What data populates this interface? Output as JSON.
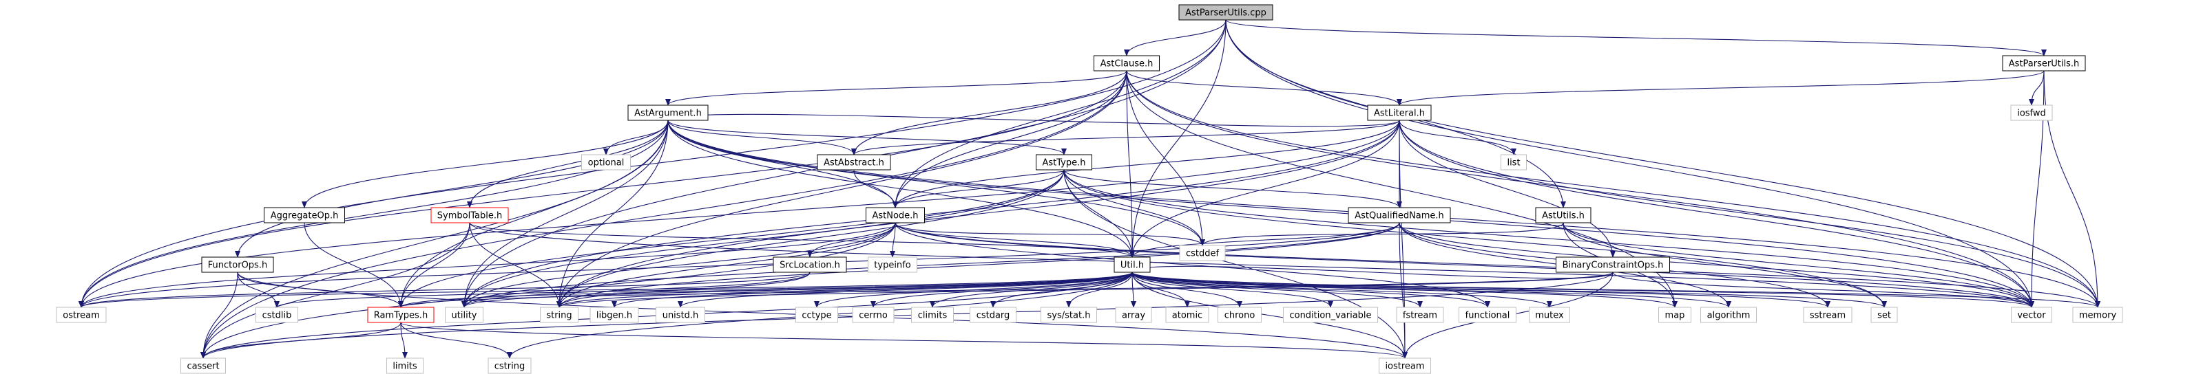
{
  "colors": {
    "edge": "#191970",
    "node_border": "#000000",
    "node_fill": "#ffffff",
    "root_fill": "#bfbfbf",
    "missing_border": "#bfbfbf",
    "undocumented_border": "#ff0000",
    "text": "#000000"
  },
  "nodes": [
    {
      "id": "AstParserUtils.cpp",
      "label": "AstParserUtils.cpp",
      "kind": "root"
    },
    {
      "id": "AstClause.h",
      "label": "AstClause.h",
      "kind": "normal"
    },
    {
      "id": "AstParserUtils.h",
      "label": "AstParserUtils.h",
      "kind": "normal"
    },
    {
      "id": "AstArgument.h",
      "label": "AstArgument.h",
      "kind": "normal"
    },
    {
      "id": "AstLiteral.h",
      "label": "AstLiteral.h",
      "kind": "normal"
    },
    {
      "id": "optional",
      "label": "optional",
      "kind": "system"
    },
    {
      "id": "iosfwd",
      "label": "iosfwd",
      "kind": "system"
    },
    {
      "id": "AstAbstract.h",
      "label": "AstAbstract.h",
      "kind": "normal"
    },
    {
      "id": "AstType.h",
      "label": "AstType.h",
      "kind": "normal"
    },
    {
      "id": "list",
      "label": "list",
      "kind": "system"
    },
    {
      "id": "AggregateOp.h",
      "label": "AggregateOp.h",
      "kind": "normal"
    },
    {
      "id": "SymbolTable.h",
      "label": "SymbolTable.h",
      "kind": "undocumented"
    },
    {
      "id": "AstNode.h",
      "label": "AstNode.h",
      "kind": "normal"
    },
    {
      "id": "AstQualifiedName.h",
      "label": "AstQualifiedName.h",
      "kind": "normal"
    },
    {
      "id": "AstUtils.h",
      "label": "AstUtils.h",
      "kind": "normal"
    },
    {
      "id": "FunctorOps.h",
      "label": "FunctorOps.h",
      "kind": "normal"
    },
    {
      "id": "SrcLocation.h",
      "label": "SrcLocation.h",
      "kind": "normal"
    },
    {
      "id": "typeinfo",
      "label": "typeinfo",
      "kind": "system"
    },
    {
      "id": "Util.h",
      "label": "Util.h",
      "kind": "normal"
    },
    {
      "id": "cstddef",
      "label": "cstddef",
      "kind": "system"
    },
    {
      "id": "BinaryConstraintOps.h",
      "label": "BinaryConstraintOps.h",
      "kind": "normal"
    },
    {
      "id": "ostream",
      "label": "ostream",
      "kind": "system"
    },
    {
      "id": "cstdlib",
      "label": "cstdlib",
      "kind": "system"
    },
    {
      "id": "RamTypes.h",
      "label": "RamTypes.h",
      "kind": "undocumented"
    },
    {
      "id": "utility",
      "label": "utility",
      "kind": "system"
    },
    {
      "id": "string",
      "label": "string",
      "kind": "system"
    },
    {
      "id": "libgen.h",
      "label": "libgen.h",
      "kind": "system"
    },
    {
      "id": "unistd.h",
      "label": "unistd.h",
      "kind": "system"
    },
    {
      "id": "cctype",
      "label": "cctype",
      "kind": "system"
    },
    {
      "id": "cerrno",
      "label": "cerrno",
      "kind": "system"
    },
    {
      "id": "climits",
      "label": "climits",
      "kind": "system"
    },
    {
      "id": "cstdarg",
      "label": "cstdarg",
      "kind": "system"
    },
    {
      "id": "sys/stat.h",
      "label": "sys/stat.h",
      "kind": "system"
    },
    {
      "id": "array",
      "label": "array",
      "kind": "system"
    },
    {
      "id": "atomic",
      "label": "atomic",
      "kind": "system"
    },
    {
      "id": "chrono",
      "label": "chrono",
      "kind": "system"
    },
    {
      "id": "condition_variable",
      "label": "condition_variable",
      "kind": "system"
    },
    {
      "id": "fstream",
      "label": "fstream",
      "kind": "system"
    },
    {
      "id": "functional",
      "label": "functional",
      "kind": "system"
    },
    {
      "id": "mutex",
      "label": "mutex",
      "kind": "system"
    },
    {
      "id": "map",
      "label": "map",
      "kind": "system"
    },
    {
      "id": "algorithm",
      "label": "algorithm",
      "kind": "system"
    },
    {
      "id": "sstream",
      "label": "sstream",
      "kind": "system"
    },
    {
      "id": "set",
      "label": "set",
      "kind": "system"
    },
    {
      "id": "vector",
      "label": "vector",
      "kind": "system"
    },
    {
      "id": "memory",
      "label": "memory",
      "kind": "system"
    },
    {
      "id": "limits",
      "label": "limits",
      "kind": "system"
    },
    {
      "id": "cassert",
      "label": "cassert",
      "kind": "system"
    },
    {
      "id": "cstring",
      "label": "cstring",
      "kind": "system"
    },
    {
      "id": "iostream",
      "label": "iostream",
      "kind": "system"
    }
  ],
  "edges": [
    [
      "AstParserUtils.cpp",
      "AstClause.h"
    ],
    [
      "AstParserUtils.cpp",
      "AstParserUtils.h"
    ],
    [
      "AstParserUtils.cpp",
      "AstNode.h"
    ],
    [
      "AstParserUtils.cpp",
      "AstUtils.h"
    ],
    [
      "AstParserUtils.cpp",
      "Util.h"
    ],
    [
      "AstParserUtils.cpp",
      "ostream"
    ],
    [
      "AstParserUtils.cpp",
      "utility"
    ],
    [
      "AstParserUtils.cpp",
      "vector"
    ],
    [
      "AstParserUtils.cpp",
      "memory"
    ],
    [
      "AstClause.h",
      "AstArgument.h"
    ],
    [
      "AstClause.h",
      "AstLiteral.h"
    ],
    [
      "AstClause.h",
      "AstAbstract.h"
    ],
    [
      "AstClause.h",
      "AstNode.h"
    ],
    [
      "AstClause.h",
      "Util.h"
    ],
    [
      "AstClause.h",
      "cstddef"
    ],
    [
      "AstClause.h",
      "ostream"
    ],
    [
      "AstClause.h",
      "string"
    ],
    [
      "AstClause.h",
      "cassert"
    ],
    [
      "AstClause.h",
      "memory"
    ],
    [
      "AstClause.h",
      "vector"
    ],
    [
      "AstClause.h",
      "map"
    ],
    [
      "AstParserUtils.h",
      "AstLiteral.h"
    ],
    [
      "AstParserUtils.h",
      "iosfwd"
    ],
    [
      "AstParserUtils.h",
      "memory"
    ],
    [
      "AstParserUtils.h",
      "vector"
    ],
    [
      "AstArgument.h",
      "AstAbstract.h"
    ],
    [
      "AstArgument.h",
      "AstType.h"
    ],
    [
      "AstArgument.h",
      "AstNode.h"
    ],
    [
      "AstArgument.h",
      "optional"
    ],
    [
      "AstArgument.h",
      "AggregateOp.h"
    ],
    [
      "AstArgument.h",
      "SymbolTable.h"
    ],
    [
      "AstArgument.h",
      "FunctorOps.h"
    ],
    [
      "AstArgument.h",
      "RamTypes.h"
    ],
    [
      "AstArgument.h",
      "Util.h"
    ],
    [
      "AstArgument.h",
      "cstddef"
    ],
    [
      "AstArgument.h",
      "ostream"
    ],
    [
      "AstArgument.h",
      "string"
    ],
    [
      "AstArgument.h",
      "utility"
    ],
    [
      "AstArgument.h",
      "vector"
    ],
    [
      "AstArgument.h",
      "memory"
    ],
    [
      "AstArgument.h",
      "cassert"
    ],
    [
      "AstLiteral.h",
      "AstAbstract.h"
    ],
    [
      "AstLiteral.h",
      "AstArgument.h"
    ],
    [
      "AstLiteral.h",
      "AstNode.h"
    ],
    [
      "AstLiteral.h",
      "AstQualifiedName.h"
    ],
    [
      "AstLiteral.h",
      "BinaryConstraintOps.h"
    ],
    [
      "AstLiteral.h",
      "Util.h"
    ],
    [
      "AstLiteral.h",
      "list"
    ],
    [
      "AstLiteral.h",
      "memory"
    ],
    [
      "AstLiteral.h",
      "string"
    ],
    [
      "AstLiteral.h",
      "utility"
    ],
    [
      "AstLiteral.h",
      "vector"
    ],
    [
      "AstLiteral.h",
      "iostream"
    ],
    [
      "AstLiteral.h",
      "ostream"
    ],
    [
      "AstAbstract.h",
      "AstNode.h"
    ],
    [
      "AstType.h",
      "AstNode.h"
    ],
    [
      "AstType.h",
      "AstQualifiedName.h"
    ],
    [
      "AstType.h",
      "RamTypes.h"
    ],
    [
      "AstType.h",
      "Util.h"
    ],
    [
      "AstType.h",
      "cstddef"
    ],
    [
      "AstType.h",
      "set"
    ],
    [
      "AstType.h",
      "string"
    ],
    [
      "AstType.h",
      "utility"
    ],
    [
      "AstType.h",
      "vector"
    ],
    [
      "AstType.h",
      "iostream"
    ],
    [
      "AggregateOp.h",
      "RamTypes.h"
    ],
    [
      "SymbolTable.h",
      "RamTypes.h"
    ],
    [
      "SymbolTable.h",
      "Util.h"
    ],
    [
      "SymbolTable.h",
      "string"
    ],
    [
      "SymbolTable.h",
      "cassert"
    ],
    [
      "SymbolTable.h",
      "vector"
    ],
    [
      "AstNode.h",
      "SrcLocation.h"
    ],
    [
      "AstNode.h",
      "typeinfo"
    ],
    [
      "AstNode.h",
      "Util.h"
    ],
    [
      "AstNode.h",
      "cstddef"
    ],
    [
      "AstNode.h",
      "memory"
    ],
    [
      "AstNode.h",
      "vector"
    ],
    [
      "AstNode.h",
      "utility"
    ],
    [
      "AstNode.h",
      "ostream"
    ],
    [
      "AstNode.h",
      "string"
    ],
    [
      "AstNode.h",
      "functional"
    ],
    [
      "AstNode.h",
      "cassert"
    ],
    [
      "AstQualifiedName.h",
      "Util.h"
    ],
    [
      "AstQualifiedName.h",
      "algorithm"
    ],
    [
      "AstQualifiedName.h",
      "string"
    ],
    [
      "AstQualifiedName.h",
      "utility"
    ],
    [
      "AstQualifiedName.h",
      "vector"
    ],
    [
      "AstQualifiedName.h",
      "ostream"
    ],
    [
      "AstQualifiedName.h",
      "sstream"
    ],
    [
      "AstQualifiedName.h",
      "iostream"
    ],
    [
      "AstUtils.h",
      "cstddef"
    ],
    [
      "AstUtils.h",
      "map"
    ],
    [
      "AstUtils.h",
      "set"
    ],
    [
      "AstUtils.h",
      "vector"
    ],
    [
      "FunctorOps.h",
      "RamTypes.h"
    ],
    [
      "FunctorOps.h",
      "cstdlib"
    ],
    [
      "FunctorOps.h",
      "cassert"
    ],
    [
      "FunctorOps.h",
      "iostream"
    ],
    [
      "SrcLocation.h",
      "string"
    ],
    [
      "SrcLocation.h",
      "utility"
    ],
    [
      "SrcLocation.h",
      "ostream"
    ],
    [
      "Util.h",
      "RamTypes.h"
    ],
    [
      "Util.h",
      "ostream"
    ],
    [
      "Util.h",
      "cstdlib"
    ],
    [
      "Util.h",
      "utility"
    ],
    [
      "Util.h",
      "string"
    ],
    [
      "Util.h",
      "libgen.h"
    ],
    [
      "Util.h",
      "unistd.h"
    ],
    [
      "Util.h",
      "cctype"
    ],
    [
      "Util.h",
      "cerrno"
    ],
    [
      "Util.h",
      "climits"
    ],
    [
      "Util.h",
      "cstdarg"
    ],
    [
      "Util.h",
      "sys/stat.h"
    ],
    [
      "Util.h",
      "array"
    ],
    [
      "Util.h",
      "atomic"
    ],
    [
      "Util.h",
      "chrono"
    ],
    [
      "Util.h",
      "condition_variable"
    ],
    [
      "Util.h",
      "fstream"
    ],
    [
      "Util.h",
      "functional"
    ],
    [
      "Util.h",
      "mutex"
    ],
    [
      "Util.h",
      "map"
    ],
    [
      "Util.h",
      "algorithm"
    ],
    [
      "Util.h",
      "sstream"
    ],
    [
      "Util.h",
      "set"
    ],
    [
      "Util.h",
      "vector"
    ],
    [
      "Util.h",
      "memory"
    ],
    [
      "Util.h",
      "cassert"
    ],
    [
      "Util.h",
      "cstring"
    ],
    [
      "Util.h",
      "iostream"
    ],
    [
      "BinaryConstraintOps.h",
      "RamTypes.h"
    ],
    [
      "BinaryConstraintOps.h",
      "Util.h"
    ],
    [
      "BinaryConstraintOps.h",
      "iostream"
    ],
    [
      "BinaryConstraintOps.h",
      "string"
    ],
    [
      "BinaryConstraintOps.h",
      "vector"
    ],
    [
      "BinaryConstraintOps.h",
      "cassert"
    ],
    [
      "RamTypes.h",
      "limits"
    ],
    [
      "RamTypes.h",
      "cstring"
    ],
    [
      "RamTypes.h",
      "cassert"
    ],
    [
      "RamTypes.h",
      "iostream"
    ]
  ]
}
